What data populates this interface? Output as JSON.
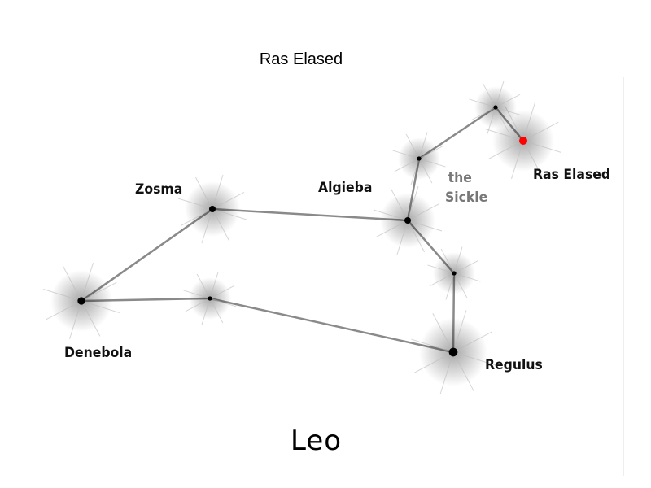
{
  "caption": "Ras Elased",
  "title": "Leo",
  "asterism_label": {
    "line1": "the",
    "line2": "Sickle"
  },
  "stars": {
    "ras_elased": "Ras Elased",
    "algieba": "Algieba",
    "zosma": "Zosma",
    "denebola": "Denebola",
    "regulus": "Regulus"
  },
  "colors": {
    "highlight": "#ff0000",
    "line": "#8a8a8a"
  }
}
